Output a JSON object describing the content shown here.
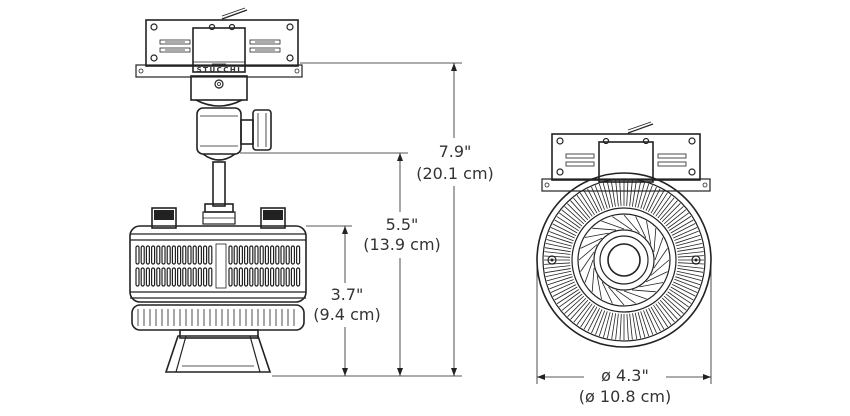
{
  "brand_text": "STUCCHI",
  "dimensions": {
    "total_height": {
      "imperial": "7.9\"",
      "metric": "(20.1 cm)"
    },
    "mid_height": {
      "imperial": "5.5\"",
      "metric": "(13.9 cm)"
    },
    "head_height": {
      "imperial": "3.7\"",
      "metric": "(9.4 cm)"
    },
    "diameter": {
      "imperial": "ø 4.3\"",
      "metric": "(ø 10.8 cm)"
    }
  }
}
